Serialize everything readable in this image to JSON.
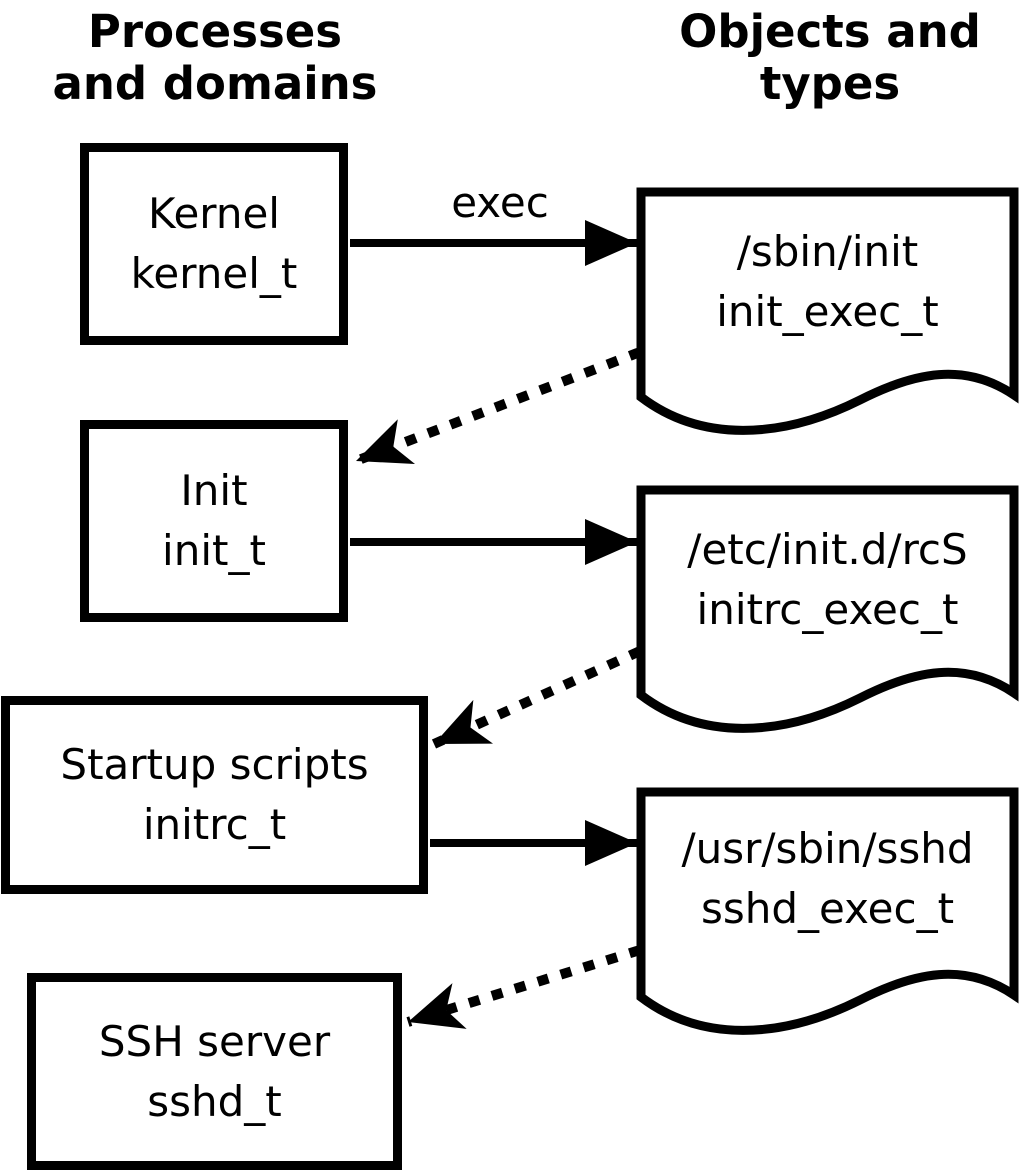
{
  "diagram": {
    "title_columns": {
      "processes": {
        "line1": "Processes",
        "line2": "and domains"
      },
      "objects": {
        "line1": "Objects and",
        "line2": "types"
      }
    },
    "processes": [
      {
        "name": "Kernel",
        "type": "kernel_t"
      },
      {
        "name": "Init",
        "type": "init_t"
      },
      {
        "name": "Startup scripts",
        "type": "initrc_t"
      },
      {
        "name": "SSH server",
        "type": "sshd_t"
      }
    ],
    "objects": [
      {
        "path": "/sbin/init",
        "type": "init_exec_t"
      },
      {
        "path": "/etc/init.d/rcS",
        "type": "initrc_exec_t"
      },
      {
        "path": "/usr/sbin/sshd",
        "type": "sshd_exec_t"
      }
    ],
    "edges": {
      "exec_label": "exec",
      "solid_arrow_meaning": "exec",
      "dotted_arrow_count": 3,
      "solid_arrow_count": 3
    },
    "colors": {
      "foreground": "#000000",
      "background": "#ffffff"
    }
  }
}
